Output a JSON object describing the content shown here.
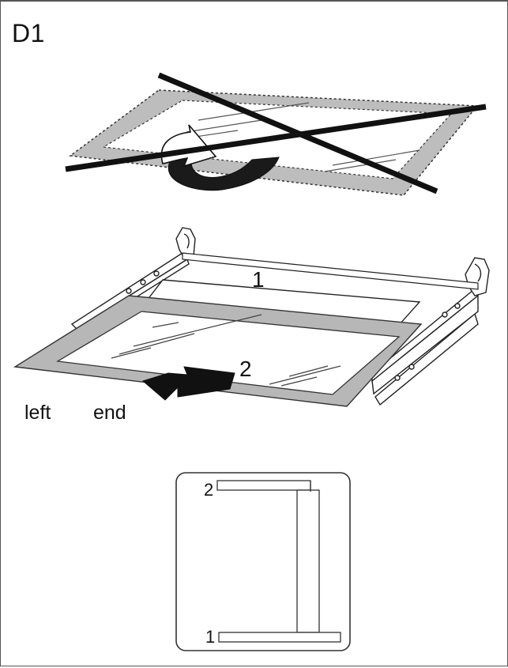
{
  "figure": {
    "label": "D1"
  },
  "callouts": {
    "shelf_one": "1",
    "shelf_two": "2",
    "side_one": "1",
    "side_two": "2"
  },
  "captions": {
    "left": "left",
    "end": "end"
  },
  "colors": {
    "frame_gray": "#b3b3b3",
    "line": "#222222",
    "glass": "#ffffff"
  },
  "icons": {
    "wrong_cross": "cross-out-icon",
    "rotate_arrow": "curved-arrow-icon",
    "insert_arrow": "arrow-left-icon"
  }
}
